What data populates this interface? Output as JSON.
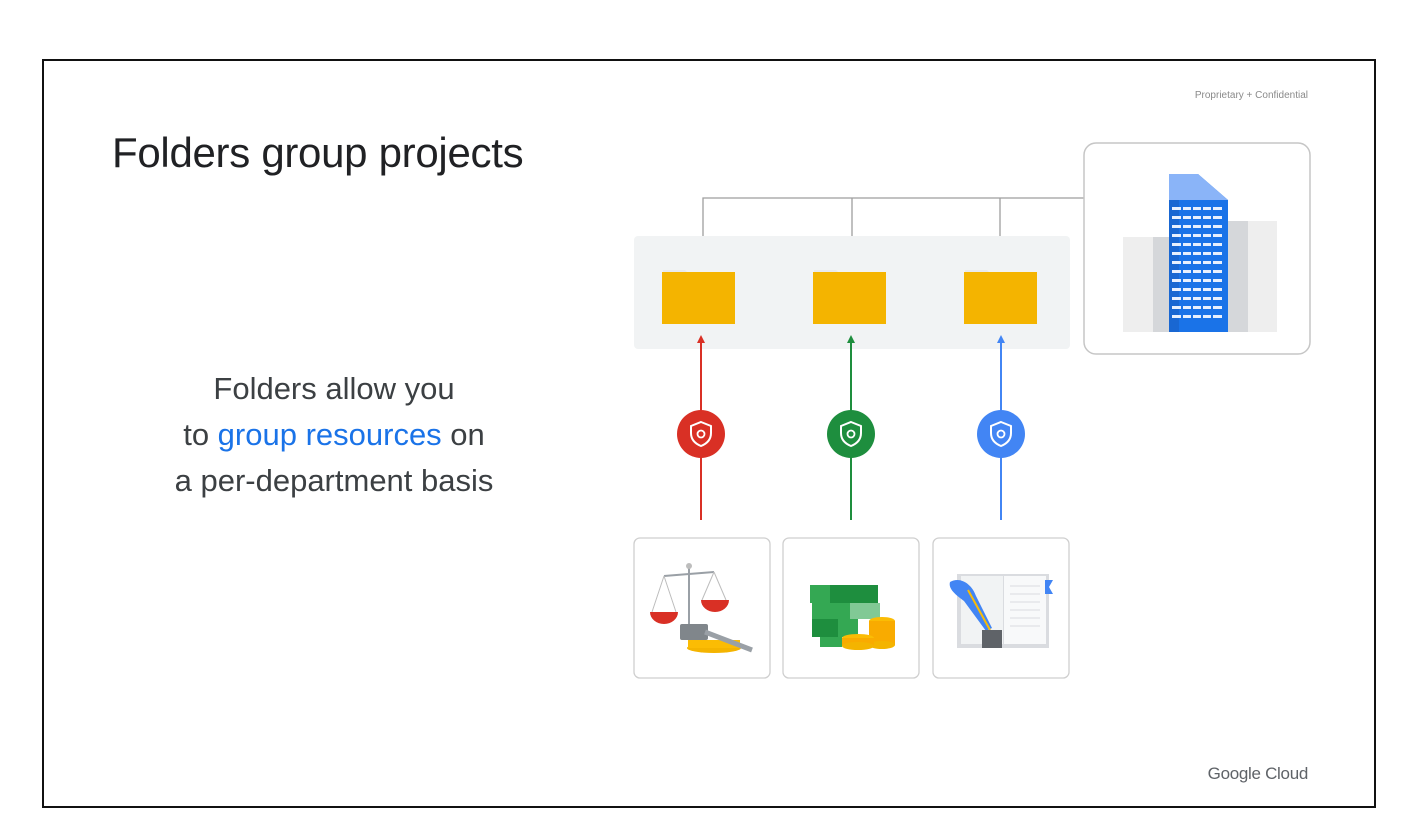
{
  "slide": {
    "confidential": "Proprietary + Confidential",
    "title": "Folders group projects",
    "body": {
      "line1": "Folders allow you",
      "line2_prefix": "to ",
      "line2_highlight": "group resources",
      "line2_suffix": " on",
      "line3": "a per-department basis"
    },
    "brand": "Google Cloud"
  },
  "diagram": {
    "organization": {
      "icon": "building-icon"
    },
    "folders": [
      {
        "icon": "folder-icon",
        "arrow_color": "#d93025",
        "badge_icon": "shield-icon",
        "project_icon": "scales-gavel-icon"
      },
      {
        "icon": "folder-icon",
        "arrow_color": "#1e8e3e",
        "badge_icon": "shield-icon",
        "project_icon": "money-stack-icon"
      },
      {
        "icon": "folder-icon",
        "arrow_color": "#4285f4",
        "badge_icon": "shield-icon",
        "project_icon": "book-quill-icon"
      }
    ],
    "colors": {
      "folder": "#f4b400",
      "red": "#d93025",
      "green": "#1e8e3e",
      "blue": "#4285f4"
    }
  }
}
